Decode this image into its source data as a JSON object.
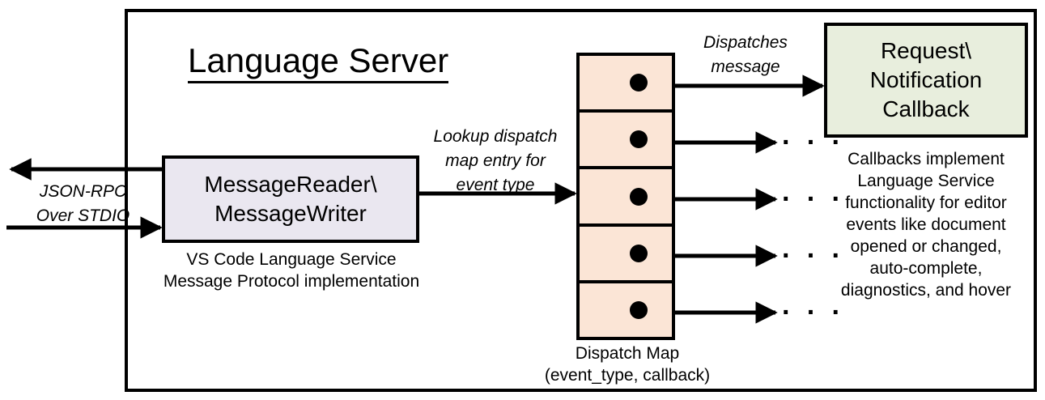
{
  "diagram": {
    "title": "Language Server",
    "outer_border_color": "#000000",
    "background": "#ffffff"
  },
  "message_io": {
    "transport_label_line1": "JSON-RPC",
    "transport_label_line2": "Over STDIO",
    "box_line1": "MessageReader\\",
    "box_line2": "MessageWriter",
    "box_fill": "#EAE7F0",
    "caption_line1": "VS Code Language Service",
    "caption_line2": "Message Protocol implementation"
  },
  "lookup": {
    "label_line1": "Lookup dispatch",
    "label_line2": "map entry for",
    "label_line3": "event type"
  },
  "dispatch_map": {
    "caption_line1": "Dispatch Map",
    "caption_line2": "(event_type, callback)",
    "cell_fill": "#FBE5D6",
    "cells": [
      {
        "dot": "entry-dot",
        "outgoing": "callback-arrow"
      },
      {
        "dot": "entry-dot",
        "outgoing": "ellipsis"
      },
      {
        "dot": "entry-dot",
        "outgoing": "ellipsis"
      },
      {
        "dot": "entry-dot",
        "outgoing": "ellipsis"
      },
      {
        "dot": "entry-dot",
        "outgoing": "ellipsis"
      }
    ],
    "ellipsis_glyph": "· · ·"
  },
  "dispatch": {
    "label_line1": "Dispatches",
    "label_line2": "message"
  },
  "callback": {
    "box_line1": "Request\\",
    "box_line2": "Notification",
    "box_line3": "Callback",
    "box_fill": "#E8EEDD",
    "caption_line1": "Callbacks implement",
    "caption_line2": "Language Service",
    "caption_line3": "functionality for editor",
    "caption_line4": "events like document",
    "caption_line5": "opened or changed,",
    "caption_line6": "auto-complete,",
    "caption_line7": "diagnostics, and hover"
  }
}
